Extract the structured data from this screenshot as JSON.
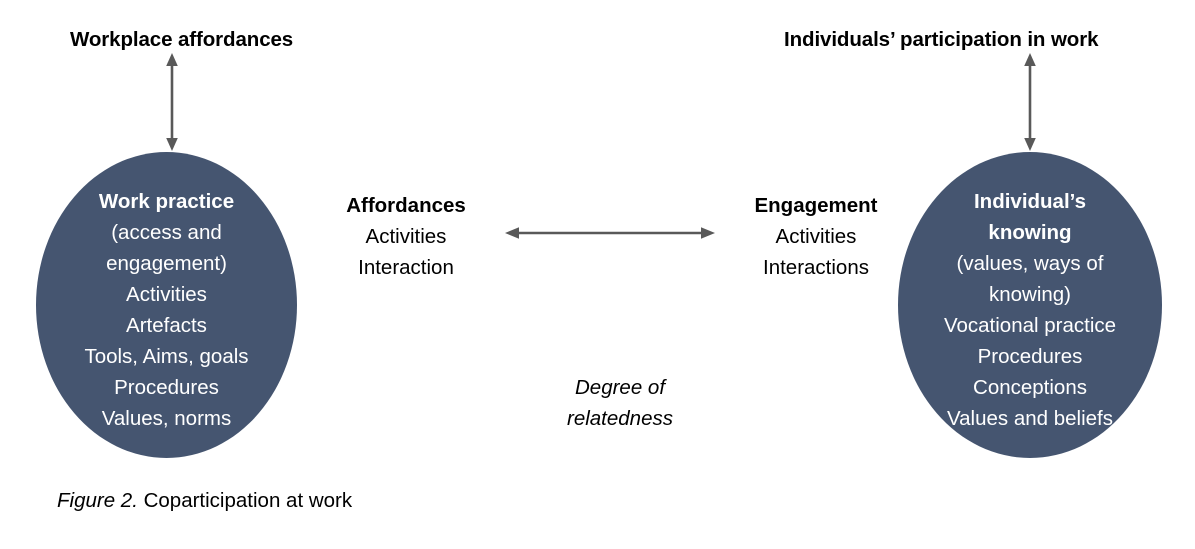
{
  "figure": {
    "headings": {
      "left": "Workplace affordances",
      "right": "Individuals’ participation in work"
    },
    "caption": {
      "number": "Figure 2.",
      "text": " Coparticipation at work"
    },
    "middle_label": {
      "line1": "Degree of",
      "line2": "relatedness"
    },
    "colors": {
      "ellipse_fill": "#455570",
      "ellipse_text": "#ffffff",
      "arrow": "#595959",
      "heading_text": "#000000",
      "background": "#ffffff"
    },
    "left_ellipse": {
      "lines": [
        {
          "text": "Work practice",
          "bold": true
        },
        {
          "text": "(access and",
          "bold": false
        },
        {
          "text": "engagement)",
          "bold": false
        },
        {
          "text": "Activities",
          "bold": false
        },
        {
          "text": "Artefacts",
          "bold": false
        },
        {
          "text": "Tools, Aims, goals",
          "bold": false
        },
        {
          "text": "Procedures",
          "bold": false
        },
        {
          "text": "Values, norms",
          "bold": false
        }
      ]
    },
    "right_ellipse": {
      "lines": [
        {
          "text": "Individual’s",
          "bold": true
        },
        {
          "text": "knowing",
          "bold": true
        },
        {
          "text": "(values, ways of",
          "bold": false
        },
        {
          "text": "knowing)",
          "bold": false
        },
        {
          "text": "Vocational practice",
          "bold": false
        },
        {
          "text": "Procedures",
          "bold": false
        },
        {
          "text": "Conceptions",
          "bold": false
        },
        {
          "text": "Values and beliefs",
          "bold": false
        }
      ]
    },
    "center_left": {
      "title": "Affordances",
      "line1": "Activities",
      "line2": "Interaction"
    },
    "center_right": {
      "title": "Engagement",
      "line1": "Activities",
      "line2": "Interactions"
    },
    "arrows": {
      "vertical_left": "double-headed-vertical-arrow",
      "vertical_right": "double-headed-vertical-arrow",
      "horizontal": "double-headed-horizontal-arrow"
    }
  }
}
